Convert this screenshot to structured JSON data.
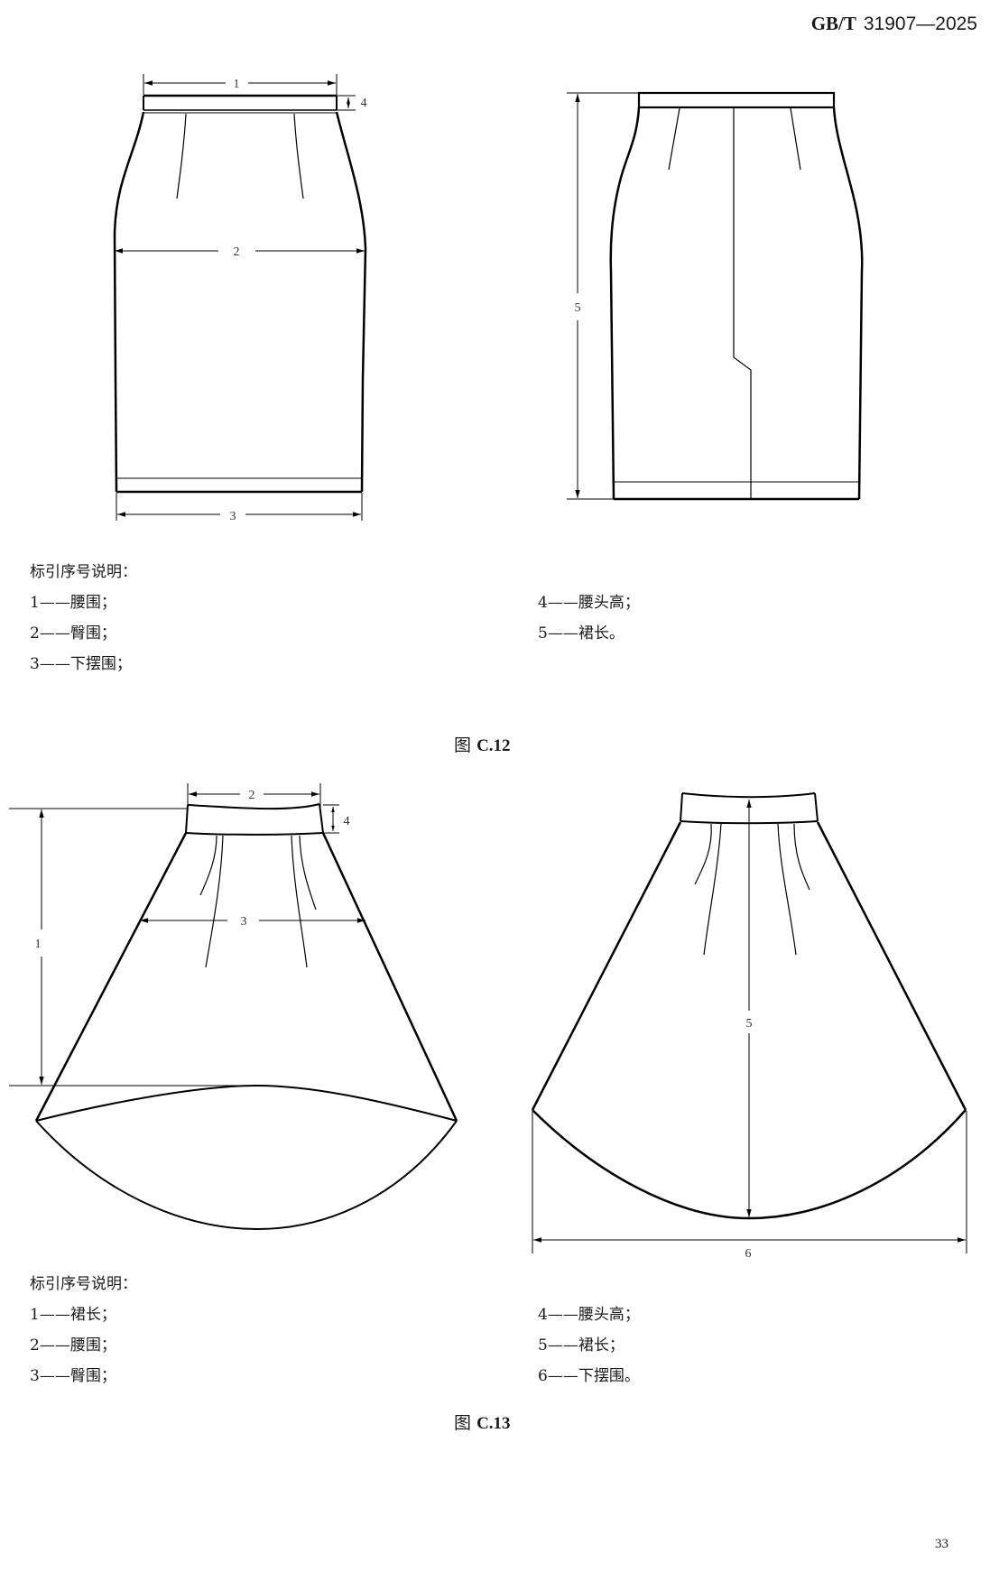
{
  "header": {
    "standard_prefix": "GB/T",
    "standard_number": "31907—2025"
  },
  "figure_c12": {
    "caption_prefix": "图",
    "caption_id": "C.12",
    "front_view_dimension_labels": [
      "1",
      "2",
      "3",
      "4"
    ],
    "side_view_dimension_labels": [
      "5"
    ],
    "legend_title": "标引序号说明：",
    "legend_items": [
      {
        "num": "1",
        "text": "1——腰围；"
      },
      {
        "num": "2",
        "text": "2——臀围；"
      },
      {
        "num": "3",
        "text": "3——下摆围；"
      },
      {
        "num": "4",
        "text": "4——腰头高；"
      },
      {
        "num": "5",
        "text": "5——裙长。"
      }
    ]
  },
  "figure_c13": {
    "caption_prefix": "图",
    "caption_id": "C.13",
    "front_view_dimension_labels": [
      "1",
      "2",
      "3",
      "4"
    ],
    "back_view_dimension_labels": [
      "5",
      "6"
    ],
    "legend_title": "标引序号说明：",
    "legend_items": [
      {
        "num": "1",
        "text": "1——裙长；"
      },
      {
        "num": "2",
        "text": "2——腰围；"
      },
      {
        "num": "3",
        "text": "3——臀围；"
      },
      {
        "num": "4",
        "text": "4——腰头高；"
      },
      {
        "num": "5",
        "text": "5——裙长；"
      },
      {
        "num": "6",
        "text": "6——下摆围。"
      }
    ]
  },
  "footer": {
    "page_number": "33"
  }
}
